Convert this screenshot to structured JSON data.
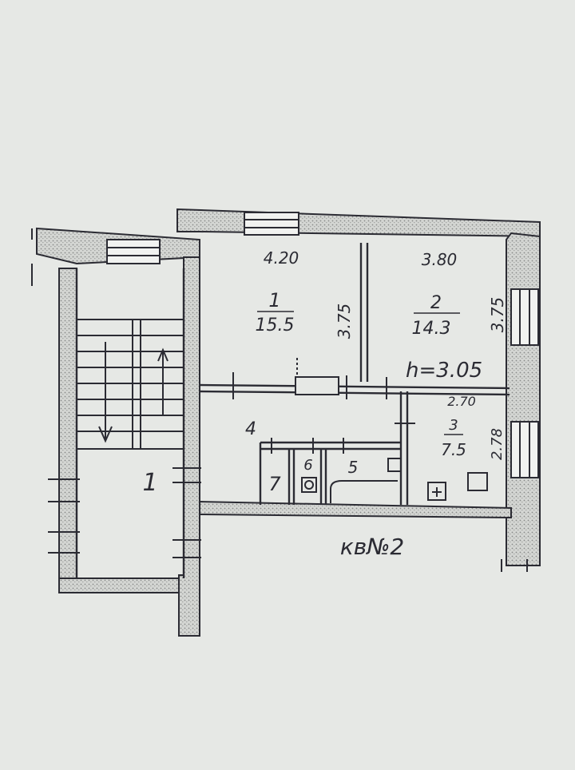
{
  "plan": {
    "apartment_label": "кв№2",
    "height_note": "h=3.05",
    "stair_number": "1",
    "rooms": [
      {
        "number": "1",
        "area": "15.5",
        "width": "4.20",
        "depth": "3.75"
      },
      {
        "number": "2",
        "area": "14.3",
        "width": "3.80",
        "depth": "3.75"
      },
      {
        "number": "3",
        "area": "7.5",
        "width": "2.70",
        "depth": "2.78"
      },
      {
        "number": "4"
      },
      {
        "number": "5"
      },
      {
        "number": "6"
      },
      {
        "number": "7"
      }
    ]
  }
}
